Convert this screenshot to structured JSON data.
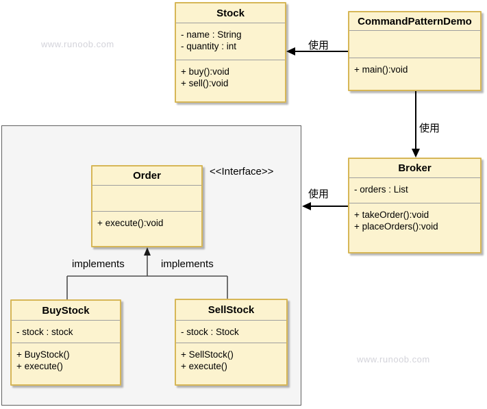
{
  "watermarks": {
    "top_left": "www.runoob.com",
    "bottom_right": "www.runoob.com"
  },
  "colors": {
    "box_fill": "#fcf3cf",
    "box_border": "#d6b656",
    "container_fill": "#f5f5f5",
    "container_border": "#5f5f5f",
    "separator": "#9e9e9e",
    "arrow": "#000000",
    "implements_line": "#4d4d4d",
    "watermark": "#d3d3da"
  },
  "classes": [
    {
      "name": "Stock",
      "fields": [
        "- name : String",
        "- quantity : int"
      ],
      "methods": [
        "+ buy():void",
        "+ sell():void"
      ]
    },
    {
      "name": "CommandPatternDemo",
      "fields": [],
      "methods": [
        "+ main():void"
      ]
    },
    {
      "name": "Broker",
      "fields": [
        "- orders : List"
      ],
      "methods": [
        "+ takeOrder():void",
        "+ placeOrders():void"
      ]
    },
    {
      "name": "Order",
      "stereotype": "<<Interface>>",
      "fields": [],
      "methods": [
        "+ execute():void"
      ]
    },
    {
      "name": "BuyStock",
      "fields": [
        "- stock : stock"
      ],
      "methods": [
        "+ BuyStock()",
        "+ execute()"
      ]
    },
    {
      "name": "SellStock",
      "fields": [
        "- stock : Stock"
      ],
      "methods": [
        "+ SellStock()",
        "+ execute()"
      ]
    }
  ],
  "labels": {
    "use_cpd_to_stock": "使用",
    "use_cpd_to_broker": "使用",
    "use_broker_to_order": "使用",
    "interface_stereotype": "<<Interface>>",
    "implements_left": "implements",
    "implements_right": "implements"
  }
}
